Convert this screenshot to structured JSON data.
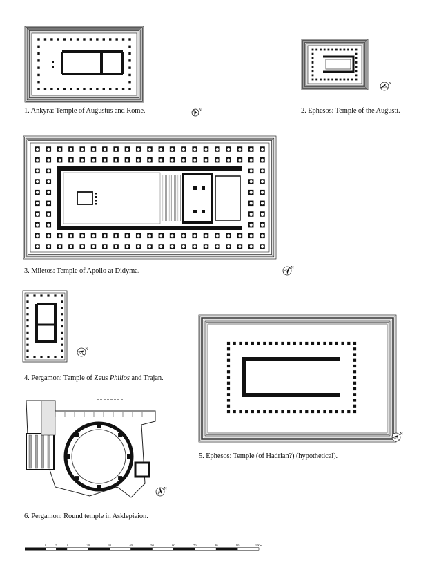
{
  "plans": [
    {
      "num": "1.",
      "site": "Ankyra",
      "text": "Temple of Augustus and Rome."
    },
    {
      "num": "2.",
      "site": "Ephesos",
      "text": "Temple of the Augusti."
    },
    {
      "num": "3.",
      "site": "Miletos",
      "text": "Temple of Apollo at Didyma."
    },
    {
      "num": "4.",
      "site": "Pergamon",
      "text_pre": "Temple of Zeus ",
      "text_em": "Philios",
      "text_post": " and Trajan."
    },
    {
      "num": "5.",
      "site": "Ephesos",
      "text": "Temple (of Hadrian?) (hypothetical)."
    },
    {
      "num": "6.",
      "site": "Pergamon",
      "text": "Round temple in Asklepieion."
    }
  ],
  "captions": {
    "c1": "1. Ankyra: Temple of Augustus and Rome.",
    "c2": "2. Ephesos: Temple of the Augusti.",
    "c3": "3. Miletos: Temple of Apollo at Didyma.",
    "c4_pre": "4. Pergamon: Temple of Zeus ",
    "c4_em": "Philios",
    "c4_post": " and Trajan.",
    "c5": "5. Ephesos: Temple (of Hadrian?) (hypothetical).",
    "c6": "6. Pergamon: Round temple in Asklepieion."
  },
  "north_arrow_label": "N",
  "scale_bar": {
    "unit": "m",
    "ticks": [
      "0",
      "5",
      "10",
      "20",
      "30",
      "40",
      "50",
      "60",
      "70",
      "80",
      "90",
      "100m"
    ]
  }
}
